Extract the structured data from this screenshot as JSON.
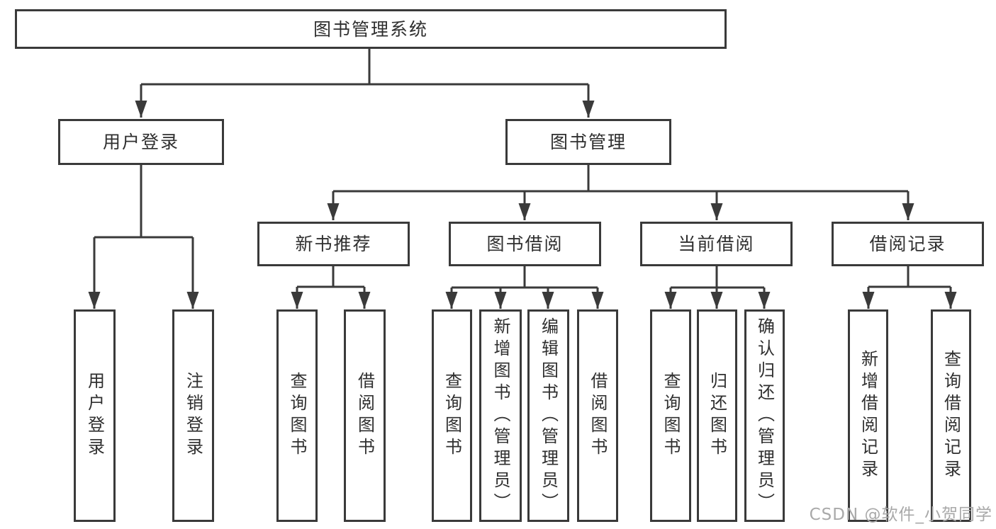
{
  "root": {
    "label": "图书管理系统"
  },
  "level2": [
    {
      "label": "用户登录"
    },
    {
      "label": "图书管理"
    }
  ],
  "level3": [
    {
      "label": "新书推荐",
      "parent": "图书管理"
    },
    {
      "label": "图书借阅",
      "parent": "图书管理"
    },
    {
      "label": "当前借阅",
      "parent": "图书管理"
    },
    {
      "label": "借阅记录",
      "parent": "图书管理"
    }
  ],
  "leaves": [
    {
      "label": "用户登录",
      "parent": "用户登录"
    },
    {
      "label": "注销登录",
      "parent": "用户登录"
    },
    {
      "label": "查询图书",
      "parent": "新书推荐"
    },
    {
      "label": "借阅图书",
      "parent": "新书推荐"
    },
    {
      "label": "查询图书",
      "parent": "图书借阅"
    },
    {
      "label": "新增图书（管理员）",
      "parent": "图书借阅"
    },
    {
      "label": "编辑图书（管理员）",
      "parent": "图书借阅"
    },
    {
      "label": "借阅图书",
      "parent": "图书借阅"
    },
    {
      "label": "查询图书",
      "parent": "当前借阅"
    },
    {
      "label": "归还图书",
      "parent": "当前借阅"
    },
    {
      "label": "确认归还（管理员）",
      "parent": "当前借阅"
    },
    {
      "label": "新增借阅记录",
      "parent": "借阅记录"
    },
    {
      "label": "查询借阅记录",
      "parent": "借阅记录"
    }
  ],
  "watermark": {
    "text": "CSDN @软件_小贺同学"
  },
  "colors": {
    "line": "#3a3a3a",
    "text": "#2f2f2f",
    "background": "#ffffff",
    "watermark": "#a9a9a9"
  }
}
